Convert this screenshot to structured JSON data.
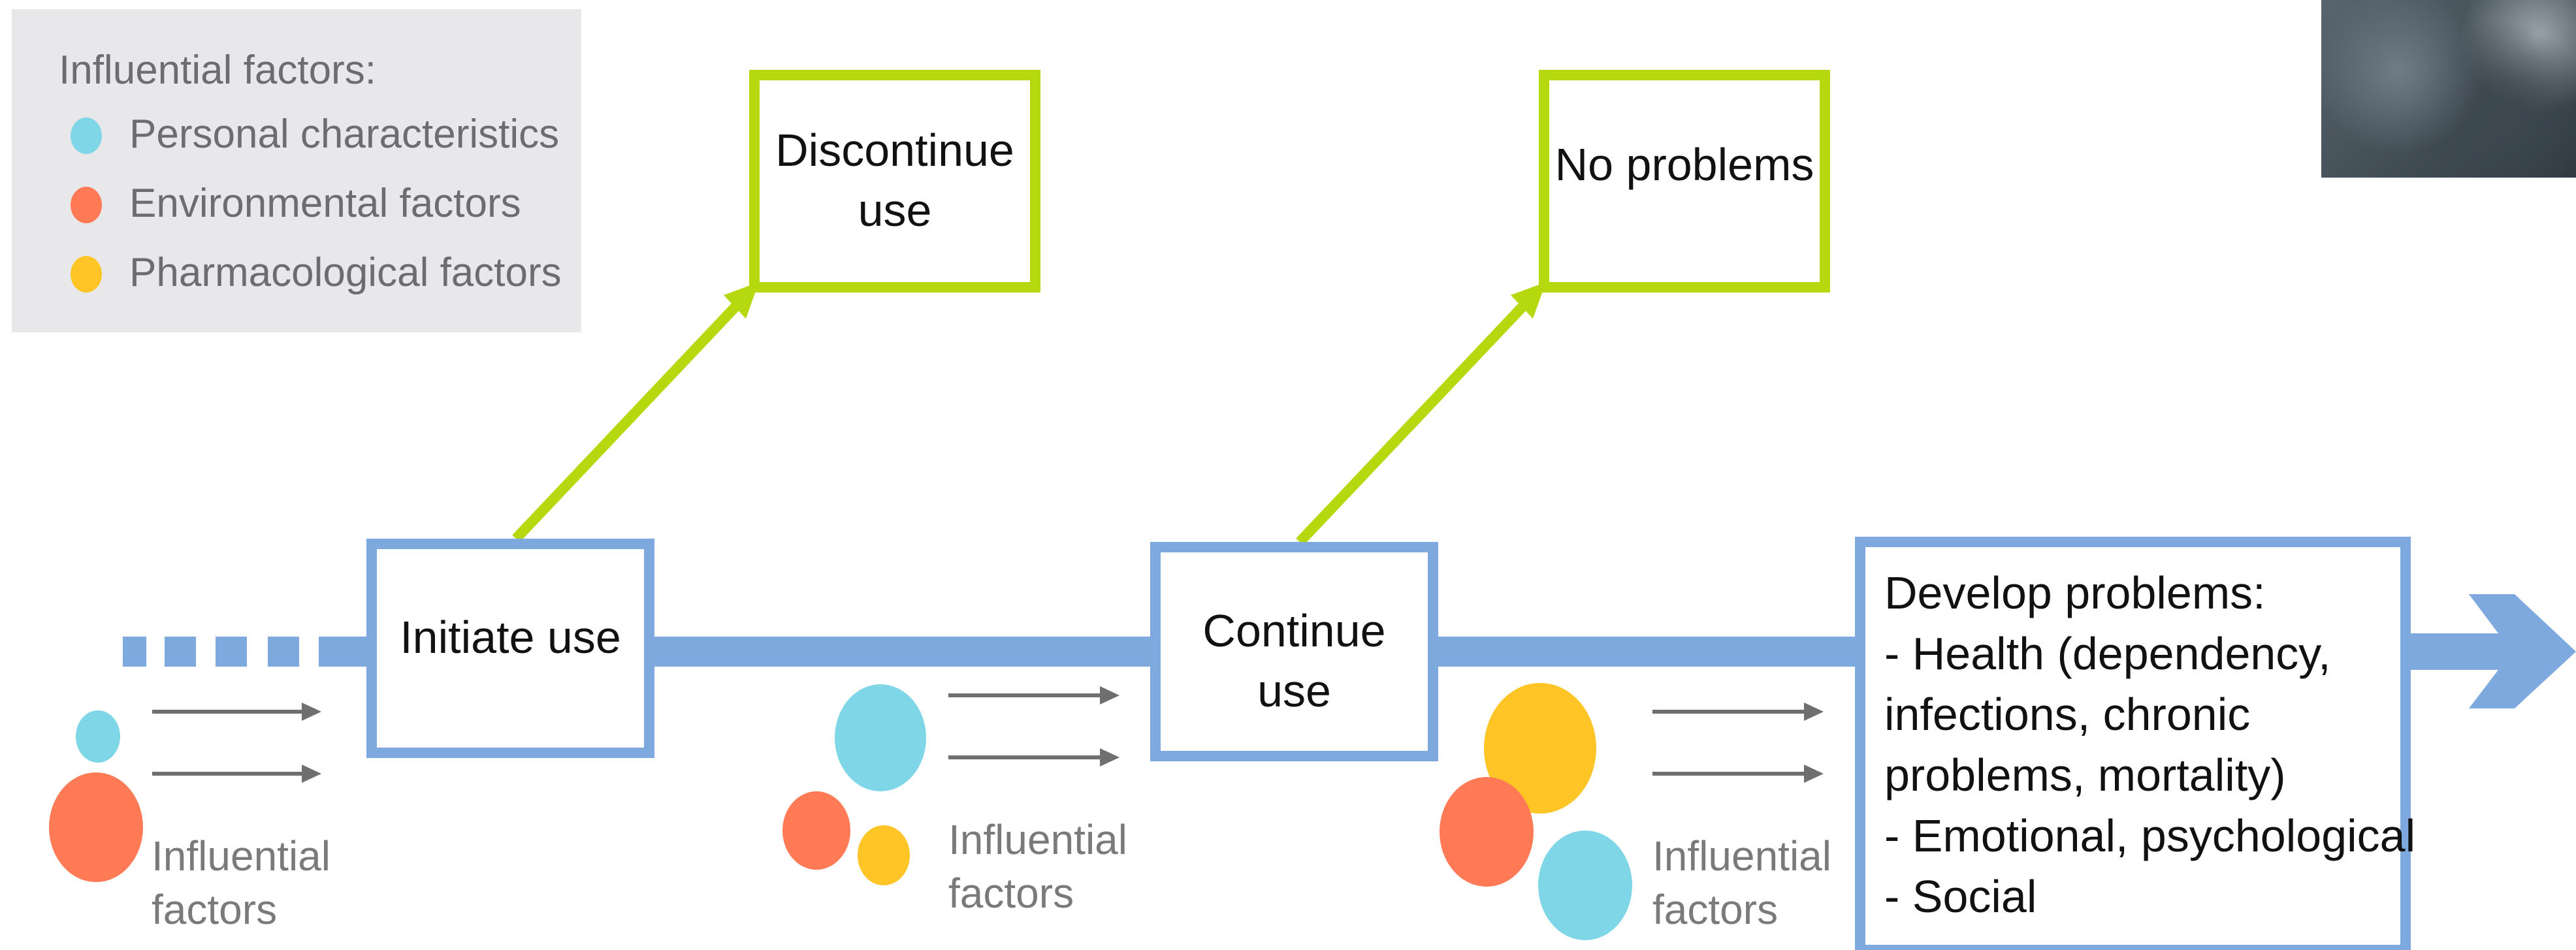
{
  "legend": {
    "title": "Influential factors:",
    "items": [
      {
        "label": "Personal characteristics",
        "color": "#7fd6e6"
      },
      {
        "label": "Environmental factors",
        "color": "#ff7a55"
      },
      {
        "label": "Pharmacological factors",
        "color": "#ffc425"
      }
    ]
  },
  "nodes": {
    "discontinue": "Discontinue\nuse",
    "no_problems": "No problems",
    "initiate": "Initiate use",
    "continue": "Continue\nuse",
    "develop": {
      "title": "Develop problems:",
      "lines": [
        "- Health (dependency,",
        "infections, chronic",
        "problems, mortality)",
        "- Emotional, psychological",
        "- Social"
      ]
    }
  },
  "factors_label": "Influential\nfactors",
  "colors": {
    "flow_blue": "#7ea9df",
    "outcome_green": "#b5d80f",
    "arrow_gray": "#6f6f6f",
    "personal": "#7fd6e6",
    "environmental": "#ff7a55",
    "pharmacological": "#ffc425"
  }
}
